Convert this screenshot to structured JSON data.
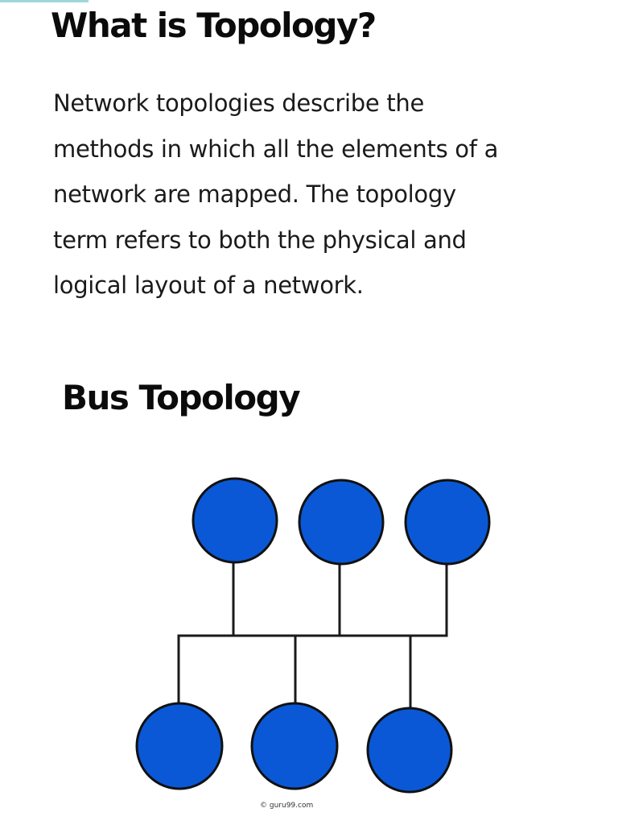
{
  "title": "What is Topology?",
  "description": [
    "Network topologies describe the",
    "methods in which all the elements of a",
    "network are mapped. The topology",
    "term refers to both the physical and",
    "logical layout of a network."
  ],
  "subtitle": "Bus Topology",
  "diagram": {
    "node_color": "#0a58d6",
    "node_count": 6,
    "top_row_nodes": 3,
    "bottom_row_nodes": 3
  },
  "credit": {
    "symbol": "©",
    "text": "guru99.com"
  },
  "colors": {
    "accent": "#9fd6dc"
  }
}
